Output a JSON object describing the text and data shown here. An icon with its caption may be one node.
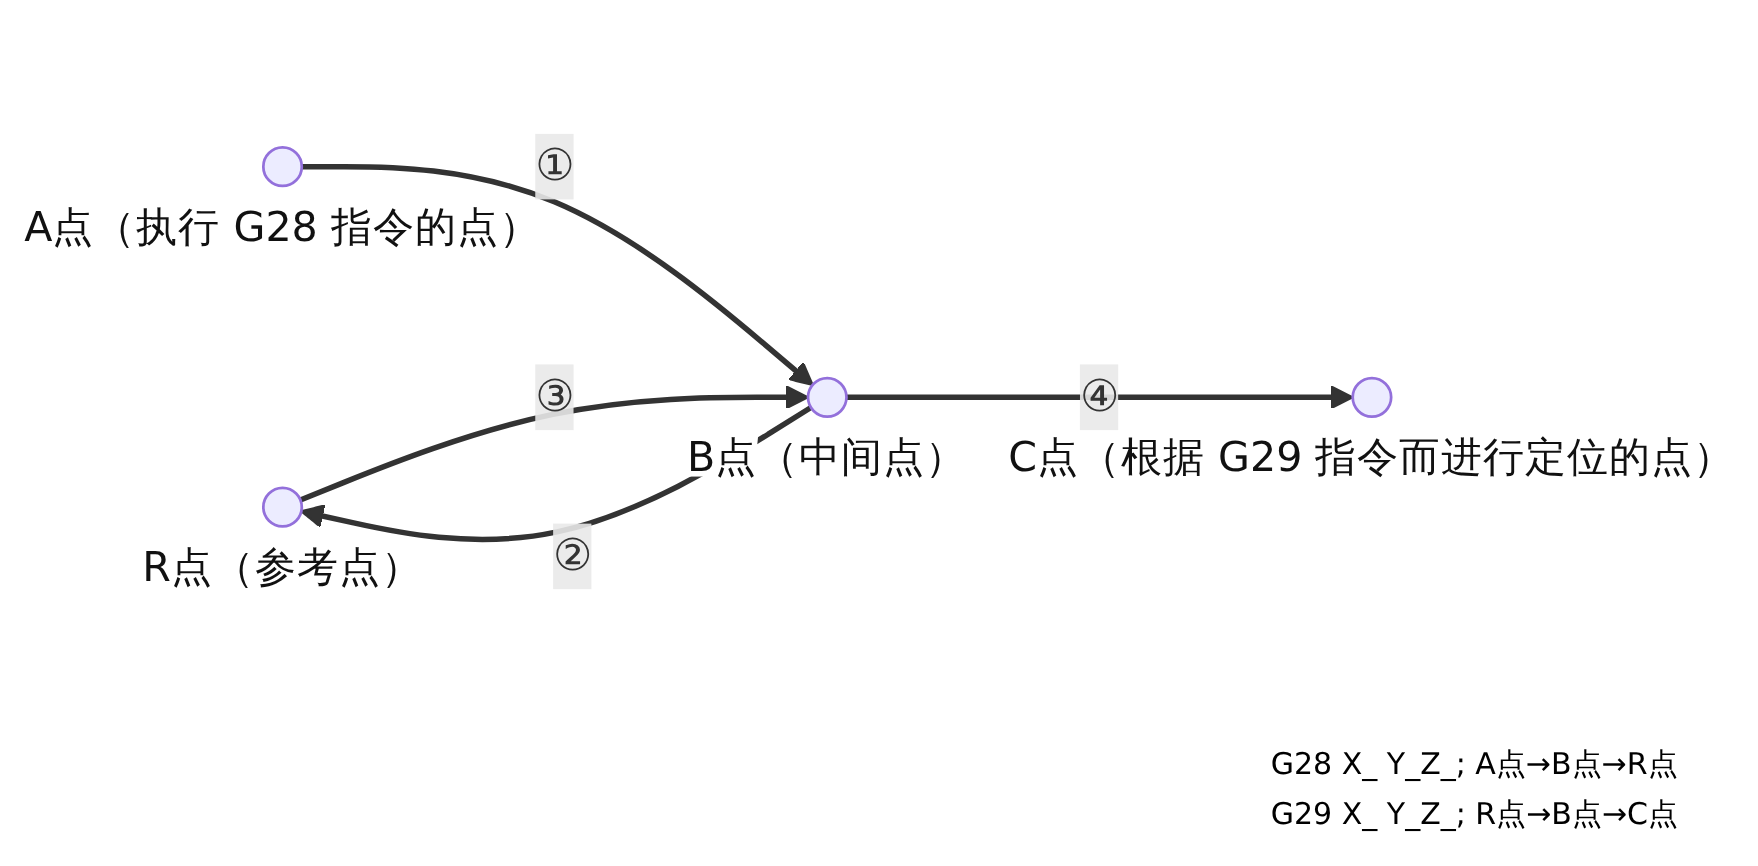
{
  "diagram": {
    "nodes": [
      {
        "text": [],
        "shape": "circle",
        "beside": [
          "R点（参考点）"
        ]
      },
      {
        "text": [],
        "shape": "circle",
        "beside": [
          "B点（中间点）"
        ]
      },
      {
        "text": [],
        "shape": "circle",
        "beside": [
          "C点（根据 G29 指令而进行定位的点）"
        ]
      },
      {
        "text": [],
        "shape": "circle",
        "beside": [
          "A点（执行 G28 指令的点）"
        ]
      }
    ],
    "edges": [
      {
        "from": 3,
        "to": 1,
        "arrow": "to",
        "label": "①"
      },
      {
        "from": 1,
        "to": 0,
        "arrow": "to",
        "label": "②"
      },
      {
        "from": 0,
        "to": 1,
        "arrow": "to",
        "label": "③"
      },
      {
        "from": 1,
        "to": 2,
        "arrow": "to",
        "label": "④"
      }
    ],
    "labels": [
      "G28 X_ Y_Z_; A点→B点→R点",
      "G29 X_ Y_Z_; R点→B点→C点"
    ]
  }
}
